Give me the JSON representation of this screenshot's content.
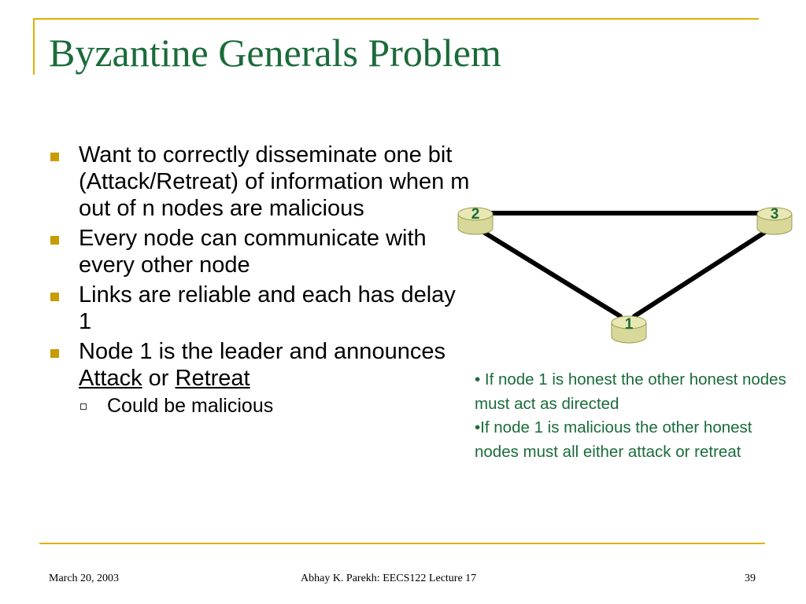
{
  "slide": {
    "title": "Byzantine Generals Problem",
    "bullets": [
      "Want to correctly disseminate one bit (Attack/Retreat) of information when m out of n nodes are malicious",
      "Every node can communicate with every other node",
      "Links are reliable and each has delay 1"
    ],
    "bullet4": {
      "prefix": "Node 1 is the leader and announces ",
      "attack": "Attack",
      "or": " or ",
      "retreat": "Retreat"
    },
    "sub_bullet": "Could be malicious"
  },
  "diagram": {
    "node_color": "#d8d89a",
    "node_edge_color": "#9c9c55",
    "label_color": "#1b6b3a",
    "nodes": [
      {
        "id": "node-1",
        "label": "1"
      },
      {
        "id": "node-2",
        "label": "2"
      },
      {
        "id": "node-3",
        "label": "3"
      }
    ],
    "links": [
      {
        "from": "2",
        "to": "3"
      },
      {
        "from": "2",
        "to": "1"
      },
      {
        "from": "3",
        "to": "1"
      }
    ]
  },
  "note": {
    "line1": "• If node 1 is honest the other honest nodes must act as directed",
    "line2": "•If node 1 is malicious the other honest nodes must all either attack or retreat"
  },
  "footer": {
    "date": "March 20, 2003",
    "title": "Abhay K. Parekh: EECS122 Lecture 17",
    "page": "39"
  },
  "theme": {
    "accent": "#e0b000",
    "title_color": "#1b6b3a",
    "bullet_color": "#c89b00"
  }
}
